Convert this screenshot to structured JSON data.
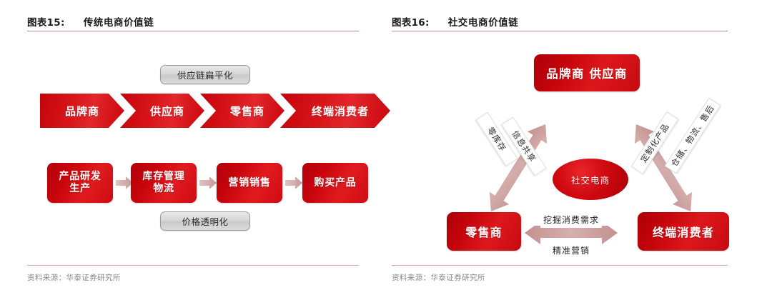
{
  "figures": [
    {
      "number": "图表15:",
      "title": "传统电商价值链",
      "source": "资料来源：华泰证券研究所",
      "callouts": {
        "top": "供应链扁平化",
        "bottom": "价格透明化"
      },
      "chain": [
        {
          "label": "品牌商"
        },
        {
          "label": "供应商"
        },
        {
          "label": "零售商"
        },
        {
          "label": "终端消费者"
        }
      ],
      "process": [
        {
          "line1": "产品研发",
          "line2": "生产"
        },
        {
          "line1": "库存管理",
          "line2": "物流"
        },
        {
          "line1": "营销销售",
          "line2": ""
        },
        {
          "line1": "购买产品",
          "line2": ""
        }
      ]
    },
    {
      "number": "图表16:",
      "title": "社交电商价值链",
      "source": "资料来源：华泰证券研究所",
      "nodes": {
        "brand_supplier": "品牌商 供应商",
        "retailer": "零售商",
        "consumer": "终端消费者",
        "core": "社交电商"
      },
      "edge_labels": {
        "left_outer": "零库存",
        "left_inner": "信息共享",
        "right_inner": "定制化产品",
        "right_outer": "仓储、物流、售后",
        "bottom_top": "挖掘消费需求",
        "bottom_bottom": "精准营销"
      }
    }
  ],
  "colors": {
    "brand_red": "#d0070e",
    "rule_red": "#c8868c",
    "arrow_mauve": "#c79a98",
    "gray_pill": "#d6d6d6"
  }
}
